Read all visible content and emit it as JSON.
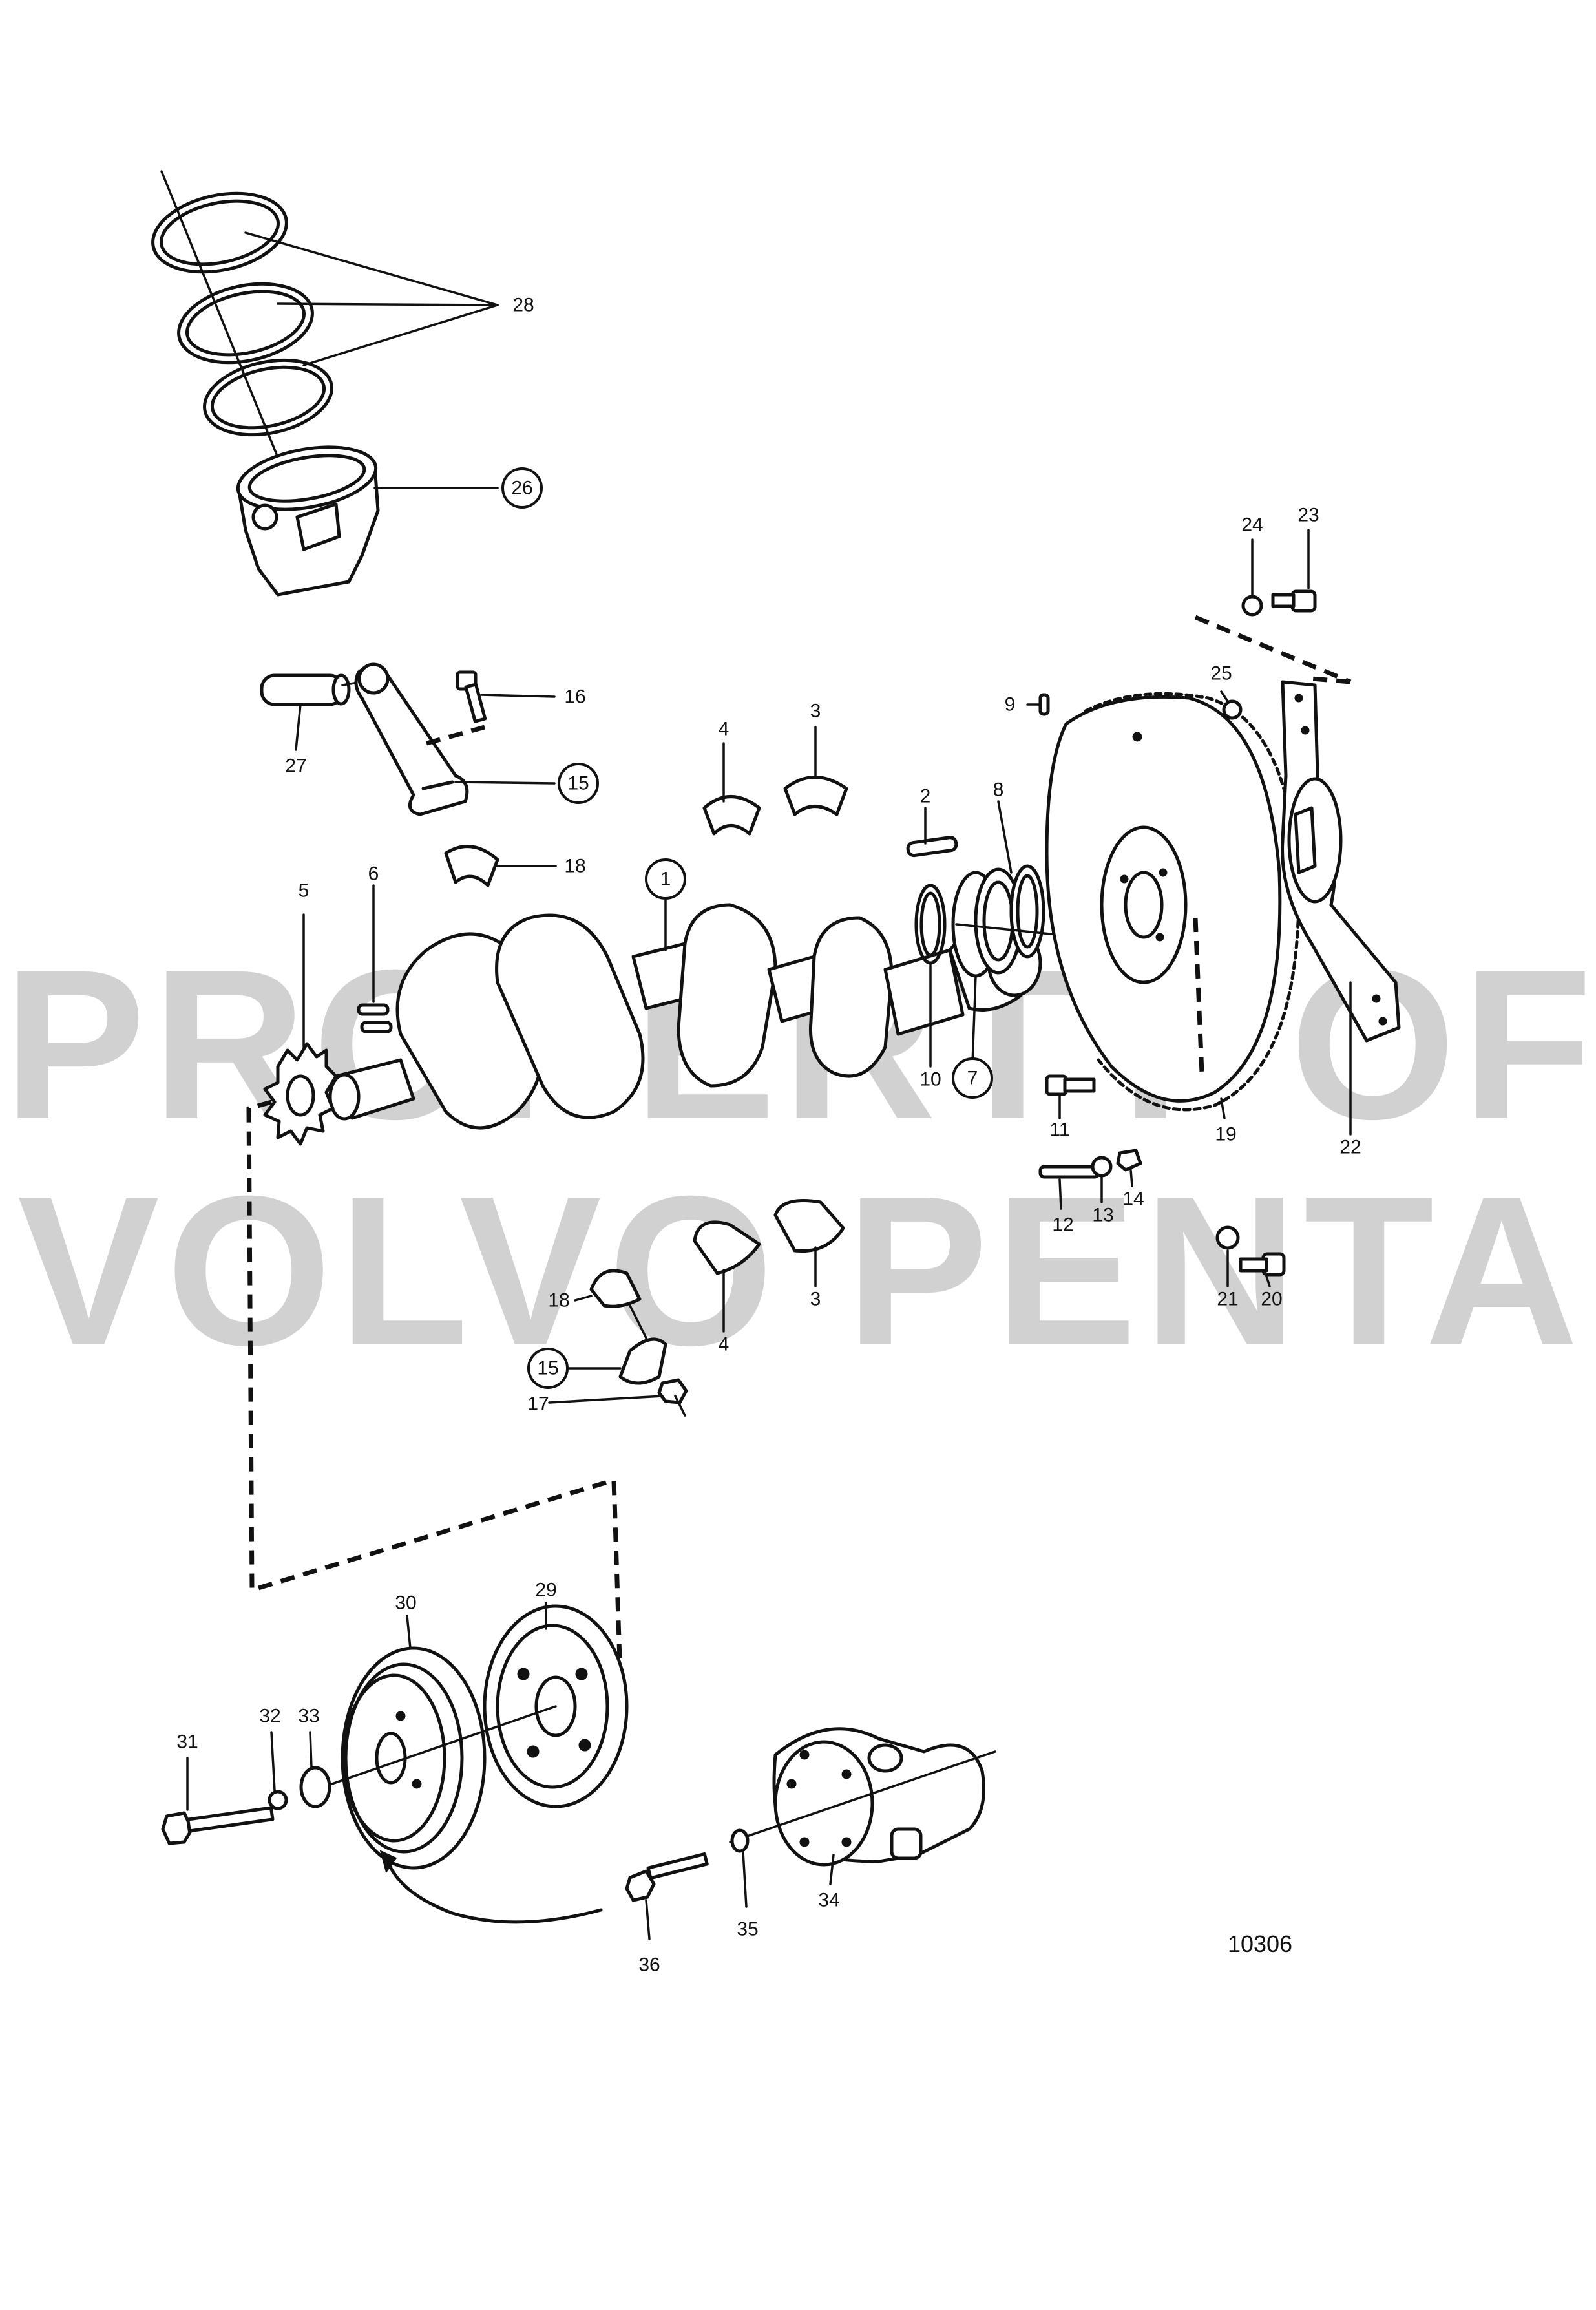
{
  "diagram": {
    "reference_number": "10306",
    "watermark": {
      "line1": "PROPERTY OF",
      "line2": "VOLVO PENTA"
    },
    "callouts": [
      {
        "id": "c1",
        "label": "1",
        "circled": true
      },
      {
        "id": "c2",
        "label": "2",
        "circled": false
      },
      {
        "id": "c3a",
        "label": "3",
        "circled": false
      },
      {
        "id": "c3b",
        "label": "3",
        "circled": false
      },
      {
        "id": "c4a",
        "label": "4",
        "circled": false
      },
      {
        "id": "c4b",
        "label": "4",
        "circled": false
      },
      {
        "id": "c5",
        "label": "5",
        "circled": false
      },
      {
        "id": "c6",
        "label": "6",
        "circled": false
      },
      {
        "id": "c7",
        "label": "7",
        "circled": true
      },
      {
        "id": "c8",
        "label": "8",
        "circled": false
      },
      {
        "id": "c9",
        "label": "9",
        "circled": false
      },
      {
        "id": "c10",
        "label": "10",
        "circled": false
      },
      {
        "id": "c11",
        "label": "11",
        "circled": false
      },
      {
        "id": "c12",
        "label": "12",
        "circled": false
      },
      {
        "id": "c13",
        "label": "13",
        "circled": false
      },
      {
        "id": "c14",
        "label": "14",
        "circled": false
      },
      {
        "id": "c15a",
        "label": "15",
        "circled": true
      },
      {
        "id": "c15b",
        "label": "15",
        "circled": true
      },
      {
        "id": "c16",
        "label": "16",
        "circled": false
      },
      {
        "id": "c17",
        "label": "17",
        "circled": false
      },
      {
        "id": "c18a",
        "label": "18",
        "circled": false
      },
      {
        "id": "c18b",
        "label": "18",
        "circled": false
      },
      {
        "id": "c19",
        "label": "19",
        "circled": false
      },
      {
        "id": "c20",
        "label": "20",
        "circled": false
      },
      {
        "id": "c21",
        "label": "21",
        "circled": false
      },
      {
        "id": "c22",
        "label": "22",
        "circled": false
      },
      {
        "id": "c23",
        "label": "23",
        "circled": false
      },
      {
        "id": "c24",
        "label": "24",
        "circled": false
      },
      {
        "id": "c25",
        "label": "25",
        "circled": false
      },
      {
        "id": "c26",
        "label": "26",
        "circled": true
      },
      {
        "id": "c27",
        "label": "27",
        "circled": false
      },
      {
        "id": "c28",
        "label": "28",
        "circled": false
      },
      {
        "id": "c29",
        "label": "29",
        "circled": false
      },
      {
        "id": "c30",
        "label": "30",
        "circled": false
      },
      {
        "id": "c31",
        "label": "31",
        "circled": false
      },
      {
        "id": "c32",
        "label": "32",
        "circled": false
      },
      {
        "id": "c33",
        "label": "33",
        "circled": false
      },
      {
        "id": "c34",
        "label": "34",
        "circled": false
      },
      {
        "id": "c35",
        "label": "35",
        "circled": false
      },
      {
        "id": "c36",
        "label": "36",
        "circled": false
      }
    ]
  }
}
